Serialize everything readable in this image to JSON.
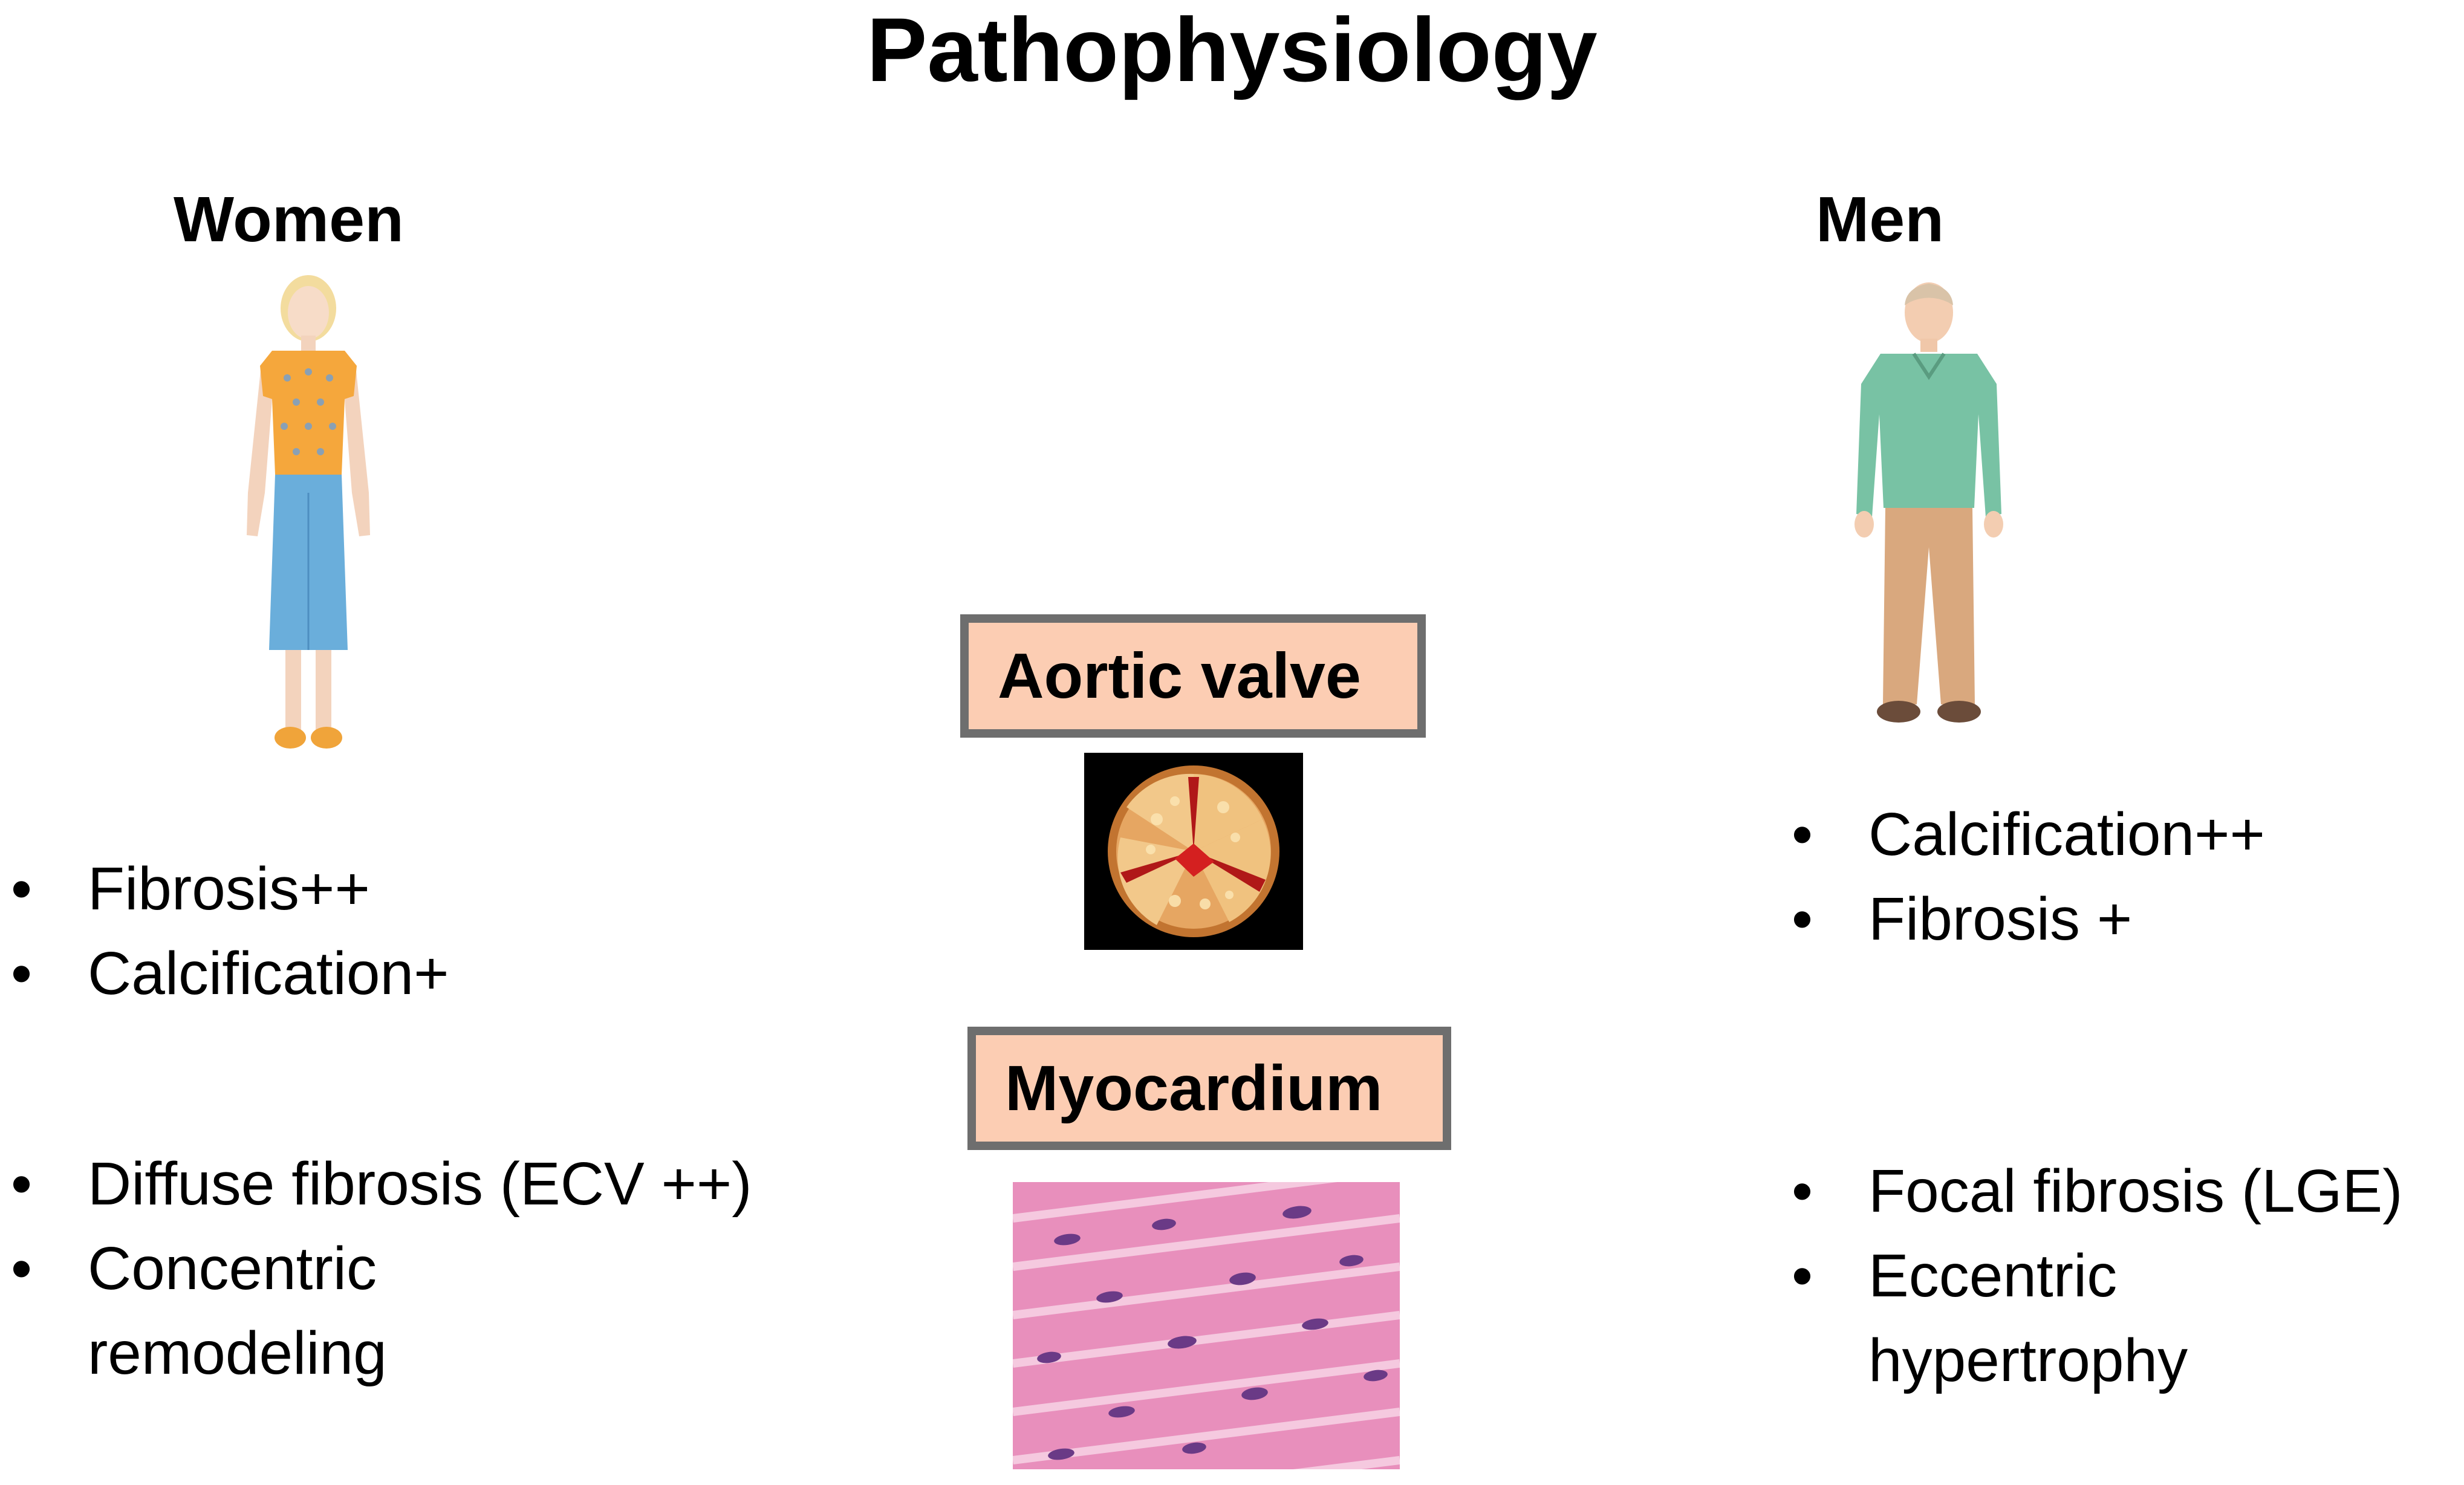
{
  "title": "Pathophysiology",
  "women": {
    "heading": "Women",
    "valve_findings": [
      "Fibrosis++",
      "Calcification+"
    ],
    "myocardium_findings": [
      "Diffuse fibrosis (ECV ++)",
      "Concentric\nremodeling"
    ]
  },
  "men": {
    "heading": "Men",
    "valve_findings": [
      "Calcification++",
      "Fibrosis +"
    ],
    "myocardium_findings": [
      "Focal fibrosis (LGE)",
      "Eccentric\nhypertrophy"
    ]
  },
  "center": {
    "aortic_valve_label": "Aortic valve",
    "myocardium_label": "Myocardium"
  },
  "colors": {
    "label_fill": "#fccdb3",
    "label_border": "#6e6e6e",
    "histology_pink": "#e88fbc",
    "nucleus_purple": "#6a3a86"
  }
}
